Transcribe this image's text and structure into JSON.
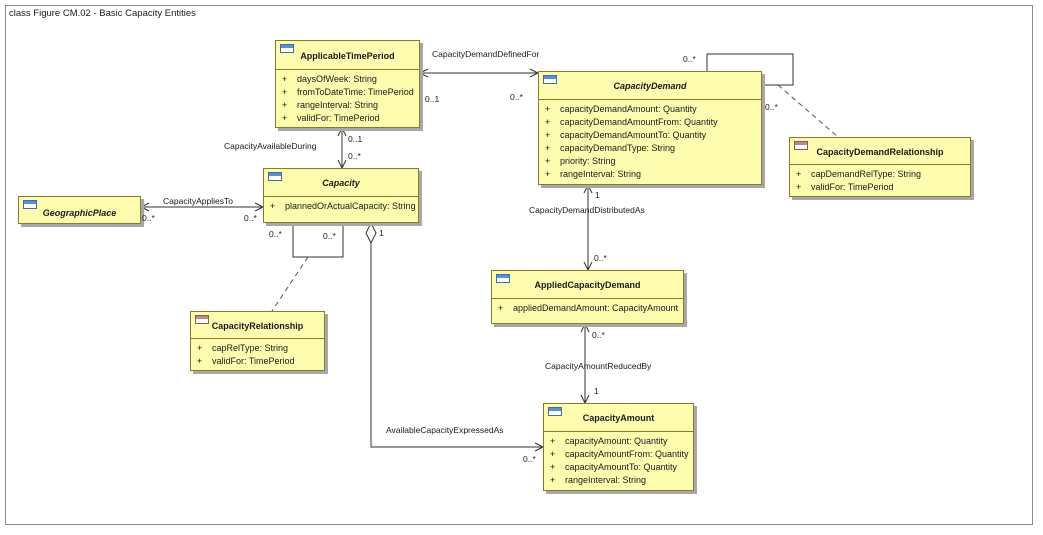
{
  "frame": {
    "title": "class Figure CM.02 - Basic Capacity Entities"
  },
  "classes": {
    "applicable_time_period": {
      "name": "ApplicableTimePeriod",
      "attributes": [
        {
          "vis": "+",
          "text": "daysOfWeek: String"
        },
        {
          "vis": "+",
          "text": "fromToDateTime: TimePeriod"
        },
        {
          "vis": "+",
          "text": "rangeInterval: String"
        },
        {
          "vis": "+",
          "text": "validFor: TimePeriod"
        }
      ]
    },
    "capacity_demand": {
      "name": "CapacityDemand",
      "attributes": [
        {
          "vis": "+",
          "text": "capacityDemandAmount: Quantity"
        },
        {
          "vis": "+",
          "text": "capacityDemandAmountFrom: Quantity"
        },
        {
          "vis": "+",
          "text": "capacityDemandAmountTo: Quantity"
        },
        {
          "vis": "+",
          "text": "capacityDemandType: String"
        },
        {
          "vis": "+",
          "text": "priority: String"
        },
        {
          "vis": "+",
          "text": "rangeInterval: String"
        }
      ]
    },
    "capacity_demand_relationship": {
      "name": "CapacityDemandRelationship",
      "attributes": [
        {
          "vis": "+",
          "text": "capDemandRelType: String"
        },
        {
          "vis": "+",
          "text": "validFor: TimePeriod"
        }
      ]
    },
    "capacity": {
      "name": "Capacity",
      "attributes": [
        {
          "vis": "+",
          "text": "plannedOrActualCapacity: String"
        }
      ]
    },
    "geographic_place": {
      "name": "GeographicPlace"
    },
    "capacity_relationship": {
      "name": "CapacityRelationship",
      "attributes": [
        {
          "vis": "+",
          "text": "capRelType: String"
        },
        {
          "vis": "+",
          "text": "validFor: TimePeriod"
        }
      ]
    },
    "applied_capacity_demand": {
      "name": "AppliedCapacityDemand",
      "attributes": [
        {
          "vis": "+",
          "text": "appliedDemandAmount: CapacityAmount"
        }
      ]
    },
    "capacity_amount": {
      "name": "CapacityAmount",
      "attributes": [
        {
          "vis": "+",
          "text": "capacityAmount: Quantity"
        },
        {
          "vis": "+",
          "text": "capacityAmountFrom: Quantity"
        },
        {
          "vis": "+",
          "text": "capacityAmountTo: Quantity"
        },
        {
          "vis": "+",
          "text": "rangeInterval: String"
        }
      ]
    }
  },
  "associations": {
    "capacity_demand_defined_for": "CapacityDemandDefinedFor",
    "capacity_available_during": "CapacityAvailableDuring",
    "capacity_applies_to": "CapacityAppliesTo",
    "capacity_demand_distributed_as": "CapacityDemandDistributedAs",
    "capacity_amount_reduced_by": "CapacityAmountReducedBy",
    "available_capacity_expressed_as": "AvailableCapacityExpressedAs"
  },
  "multiplicities": {
    "atp_cdf": "0..1",
    "cd_cdf": "0..*",
    "cd_self_top": "0..*",
    "cd_self_right": "0..*",
    "atp_cad": "0..1",
    "cap_cad": "0..*",
    "geo_cat": "0..*",
    "cap_cat": "0..*",
    "cap_self_left": "0..*",
    "cap_self_right": "0..*",
    "cap_agg": "1",
    "cd_dist": "1",
    "acd_dist": "0..*",
    "acd_red": "0..*",
    "ca_red": "1",
    "ca_expr": "0..*"
  }
}
